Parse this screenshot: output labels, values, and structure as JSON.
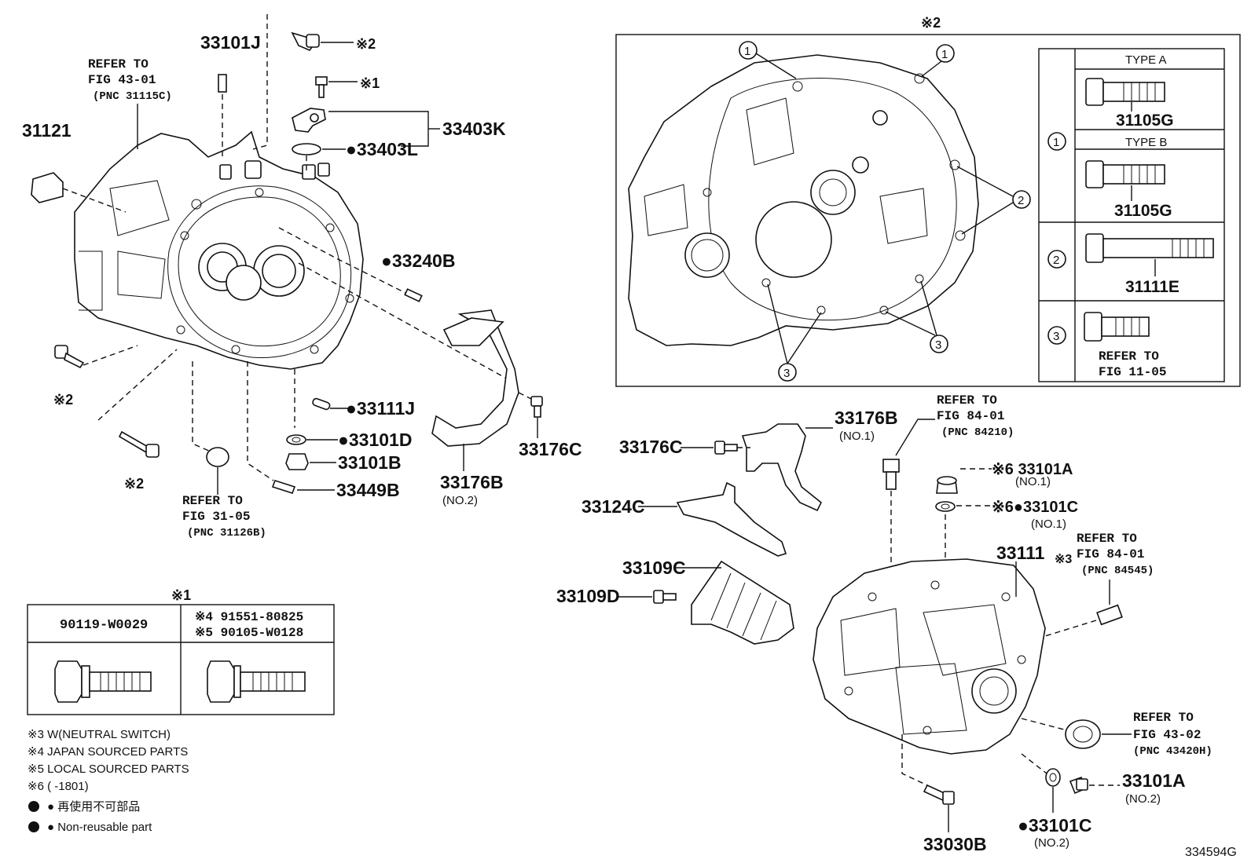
{
  "diagram_id": "334594G",
  "left_housing": {
    "refer_note_1": [
      "REFER TO",
      "FIG 43-01",
      "(PNC 31115C)"
    ],
    "refer_note_2": [
      "REFER TO",
      "FIG 31-05",
      "(PNC 31126B)"
    ],
    "labels": {
      "p31121": "31121",
      "p33101J": "33101J",
      "mark2_top": "※2",
      "mark1_top": "※1",
      "p33403K": "33403K",
      "p33403L": "●33403L",
      "p33240B": "●33240B",
      "mark2_left": "※2",
      "mark2_bottom": "※2",
      "p33111J": "●33111J",
      "p33101D": "●33101D",
      "p33101B": "33101B",
      "p33449B": "33449B",
      "p33176C_a": "33176C",
      "p33176B_no2": "33176B",
      "no2": "(NO.2)"
    }
  },
  "detail_box": {
    "title_mark": "※2",
    "callout_1": "1",
    "callout_2": "2",
    "callout_3": "3",
    "legend": {
      "type_a": "TYPE A",
      "type_a_part": "31105G",
      "type_b": "TYPE B",
      "type_b_part": "31105G",
      "row2_part": "31111E",
      "row3_refer": [
        "REFER TO",
        "FIG 11-05"
      ]
    }
  },
  "bolt_table": {
    "title_mark": "※1",
    "col1_header": "90119-W0029",
    "col2_header_line1": "※4 91551-80825",
    "col2_header_line2": "※5 90105-W0128"
  },
  "notes": [
    "※3 W(NEUTRAL SWITCH)",
    "※4 JAPAN SOURCED PARTS",
    "※5 LOCAL SOURCED PARTS",
    "※6 (      -1801)",
    "● 再使用不可部品",
    "● Non-reusable part"
  ],
  "right_side": {
    "p33176B": "33176B",
    "no1_a": "(NO.1)",
    "p33176C": "33176C",
    "refer_84210": [
      "REFER TO",
      "FIG 84-01",
      "(PNC 84210)"
    ],
    "p33124C": "33124C",
    "p33101A_no1": "※6 33101A",
    "no1_b": "(NO.1)",
    "p33101C_no1": "※6●33101C",
    "no1_c": "(NO.1)",
    "p33111": "33111",
    "mark3": "※3",
    "refer_84545": [
      "REFER TO",
      "FIG 84-01",
      "(PNC 84545)"
    ],
    "p33109C": "33109C",
    "p33109D": "33109D",
    "refer_43420H": [
      "REFER TO",
      "FIG 43-02",
      "(PNC 43420H)"
    ],
    "p33101A_no2": "33101A",
    "no2_a": "(NO.2)",
    "p33101C_no2": "●33101C",
    "no2_b": "(NO.2)",
    "p33030B": "33030B"
  }
}
